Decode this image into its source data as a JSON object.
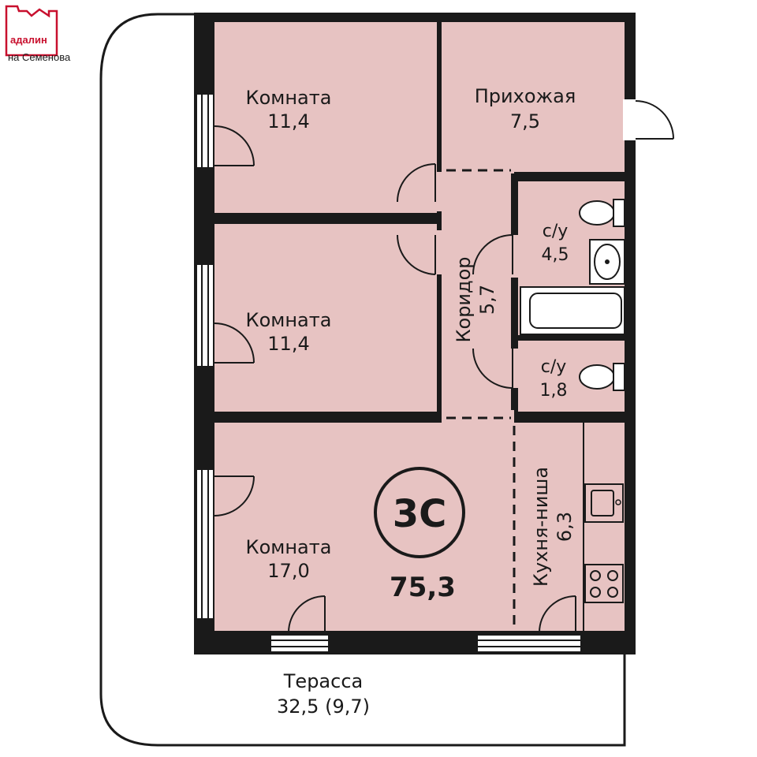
{
  "brand": {
    "name": "адалин",
    "subtitle": "на Семенова",
    "accent_color": "#c8102e"
  },
  "colors": {
    "room_fill": "#e7c3c2",
    "wall": "#1a1a1a"
  },
  "rooms": [
    {
      "name": "Комната",
      "area": "11,4"
    },
    {
      "name": "Прихожая",
      "area": "7,5"
    },
    {
      "name": "Комната",
      "area": "11,4"
    },
    {
      "name": "Коридор",
      "area": "5,7"
    },
    {
      "name": "с/у",
      "area": "4,5"
    },
    {
      "name": "с/у",
      "area": "1,8"
    },
    {
      "name": "Комната",
      "area": "17,0"
    },
    {
      "name": "Кухня-ниша",
      "area": "6,3"
    }
  ],
  "apartment": {
    "type_badge": "3С",
    "total_area": "75,3"
  },
  "terrace": {
    "name": "Терасса",
    "area": "32,5 (9,7)"
  }
}
